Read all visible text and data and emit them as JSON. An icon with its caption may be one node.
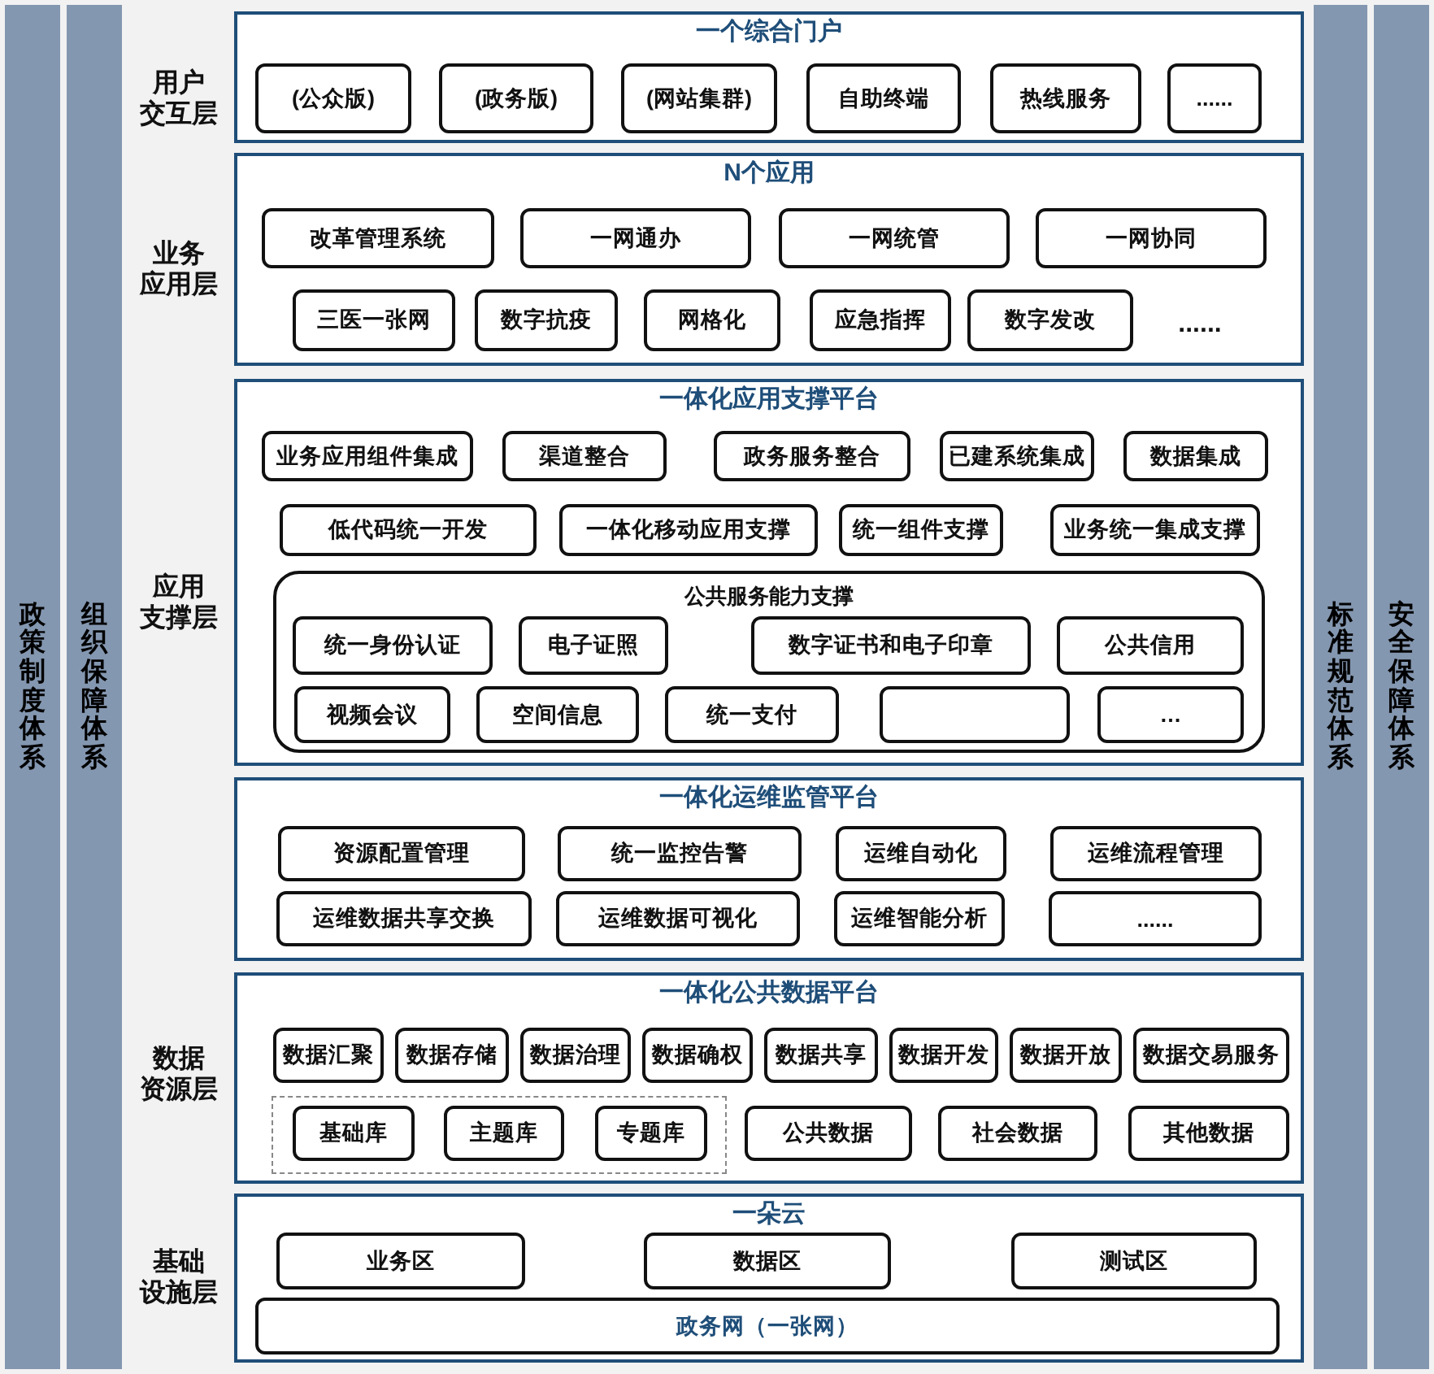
{
  "diagram": {
    "nodes": [
      {
        "text": [
          "政策制度体系"
        ]
      },
      {
        "text": [
          "组织保障体系"
        ]
      },
      {
        "text": [
          "一个综合门户"
        ]
      },
      {
        "text": [
          "(公众版)"
        ],
        "in": 2
      },
      {
        "text": [
          "(政务版)"
        ],
        "in": 2
      },
      {
        "text": [
          "(网站集群)"
        ],
        "in": 2
      },
      {
        "text": [
          "自助终端"
        ],
        "in": 2
      },
      {
        "text": [
          "热线服务"
        ],
        "in": 2
      },
      {
        "text": [
          "......"
        ],
        "in": 2
      },
      {
        "text": [
          "N个应用"
        ]
      },
      {
        "text": [
          "改革管理系统"
        ],
        "in": 9
      },
      {
        "text": [
          "一网通办"
        ],
        "in": 9
      },
      {
        "text": [
          "一网统管"
        ],
        "in": 9
      },
      {
        "text": [
          "一网协同"
        ],
        "in": 9
      },
      {
        "text": [
          "三医一张网"
        ],
        "in": 9
      },
      {
        "text": [
          "数字抗疫"
        ],
        "in": 9
      },
      {
        "text": [
          "网格化"
        ],
        "in": 9
      },
      {
        "text": [
          "应急指挥"
        ],
        "in": 9
      },
      {
        "text": [
          "数字发改"
        ],
        "in": 9
      },
      {
        "text": [
          "一体化应用支撑平台"
        ]
      },
      {
        "text": [
          "业务应用组件集成"
        ],
        "in": 19
      },
      {
        "text": [
          "渠道整合"
        ],
        "in": 19
      },
      {
        "text": [
          "政务服务整合"
        ],
        "in": 19
      },
      {
        "text": [
          "已建系统集成"
        ],
        "in": 19
      },
      {
        "text": [
          "数据集成"
        ],
        "in": 19
      },
      {
        "text": [
          "低代码统一开发"
        ],
        "in": 19
      },
      {
        "text": [
          "一体化移动应用支撑"
        ],
        "in": 19
      },
      {
        "text": [
          "统一组件支撑"
        ],
        "in": 19
      },
      {
        "text": [
          "业务统一集成支撑"
        ],
        "in": 19
      },
      {
        "text": [
          "公共服务能力支撑"
        ],
        "in": 19
      },
      {
        "text": [
          "统一身份认证"
        ],
        "in": 29
      },
      {
        "text": [
          "电子证照"
        ],
        "in": 29
      },
      {
        "text": [
          "数字证书和电子印章"
        ],
        "in": 29
      },
      {
        "text": [
          "公共信用"
        ],
        "in": 29
      },
      {
        "text": [
          "视频会议"
        ],
        "in": 29
      },
      {
        "text": [
          "空间信息"
        ],
        "in": 29
      },
      {
        "text": [
          "统一支付"
        ],
        "in": 29
      },
      {
        "text": [],
        "shape": "box",
        "in": 29
      },
      {
        "text": [
          "…"
        ],
        "in": 29
      },
      {
        "text": [
          "一体化运维监管平台"
        ]
      },
      {
        "text": [
          "资源配置管理"
        ],
        "in": 39
      },
      {
        "text": [
          "统一监控告警"
        ],
        "in": 39
      },
      {
        "text": [
          "运维自动化"
        ],
        "in": 39
      },
      {
        "text": [
          "运维流程管理"
        ],
        "in": 39
      },
      {
        "text": [
          "运维数据共享交换"
        ],
        "in": 39
      },
      {
        "text": [
          "运维数据可视化"
        ],
        "in": 39
      },
      {
        "text": [
          "运维智能分析"
        ],
        "in": 39
      },
      {
        "text": [
          "......"
        ],
        "in": 39
      },
      {
        "text": [
          "一体化公共数据平台"
        ]
      },
      {
        "text": [
          "数据汇聚"
        ],
        "in": 48
      },
      {
        "text": [
          "数据存储"
        ],
        "in": 48
      },
      {
        "text": [
          "数据治理"
        ],
        "in": 48
      },
      {
        "text": [
          "数据确权"
        ],
        "in": 48
      },
      {
        "text": [
          "数据共享"
        ],
        "in": 48
      },
      {
        "text": [
          "数据开发"
        ],
        "in": 48
      },
      {
        "text": [
          "数据开放"
        ],
        "in": 48
      },
      {
        "text": [
          "数据交易服务"
        ],
        "in": 48
      },
      {
        "text": [],
        "shape": "box",
        "in": 48
      },
      {
        "text": [
          "基础库"
        ],
        "in": 57
      },
      {
        "text": [
          "主题库"
        ],
        "in": 57
      },
      {
        "text": [
          "专题库"
        ],
        "in": 57
      },
      {
        "text": [
          "公共数据"
        ],
        "in": 48
      },
      {
        "text": [
          "社会数据"
        ],
        "in": 48
      },
      {
        "text": [
          "其他数据"
        ],
        "in": 48
      },
      {
        "text": [
          "一朵云"
        ]
      },
      {
        "text": [
          "业务区"
        ],
        "in": 64
      },
      {
        "text": [
          "数据区"
        ],
        "in": 64
      },
      {
        "text": [
          "测试区"
        ],
        "in": 64
      },
      {
        "text": [
          "政务网（一张网）"
        ],
        "in": 64
      },
      {
        "text": [
          "标准规范体系"
        ]
      },
      {
        "text": [
          "安全保障体系"
        ]
      }
    ],
    "labels": [
      "用户交互层",
      "业务应用层",
      "......",
      "应用支撑层",
      "数据资源层",
      "基础设施层"
    ]
  }
}
